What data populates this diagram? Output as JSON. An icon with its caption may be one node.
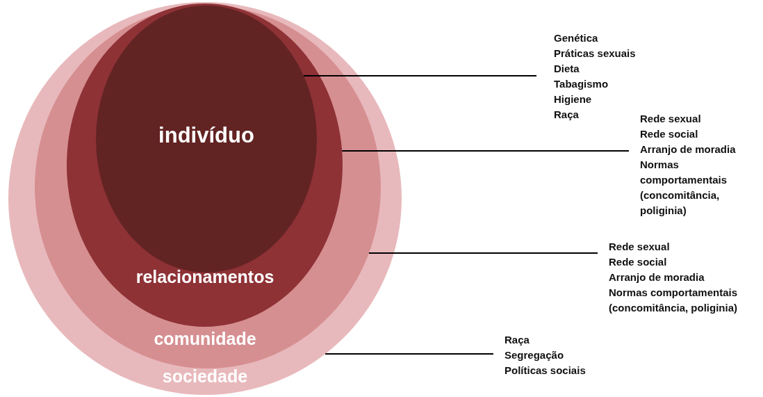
{
  "diagram": {
    "nodes": [
      {
        "text": [
          "sociedade"
        ]
      },
      {
        "text": [
          "comunidade"
        ],
        "in": 0
      },
      {
        "text": [
          "relacionamentos"
        ],
        "in": 1
      },
      {
        "text": [
          "indivíduo"
        ],
        "in": 2
      },
      {
        "text": [
          "Genética",
          "Práticas sexuais",
          "Dieta",
          "Tabagismo",
          "Higiene",
          "Raça"
        ]
      },
      {
        "text": [
          "Rede sexual",
          "Rede social",
          "Arranjo de moradia",
          "Normas comportamentais (concomitância, poliginia)"
        ]
      },
      {
        "text": [
          "Rede sexual",
          "Rede social",
          "Arranjo de moradia",
          "Normas comportamentais (concomitância, poliginia)"
        ]
      },
      {
        "text": [
          "Raça",
          "Segregação",
          "Políticas sociais"
        ]
      }
    ],
    "edges": [
      {
        "from": 4,
        "to": 3,
        "arrow": "none"
      },
      {
        "from": 5,
        "to": 2,
        "arrow": "none"
      },
      {
        "from": 6,
        "to": 1,
        "arrow": "none"
      },
      {
        "from": 7,
        "to": 0,
        "arrow": "none"
      }
    ]
  }
}
